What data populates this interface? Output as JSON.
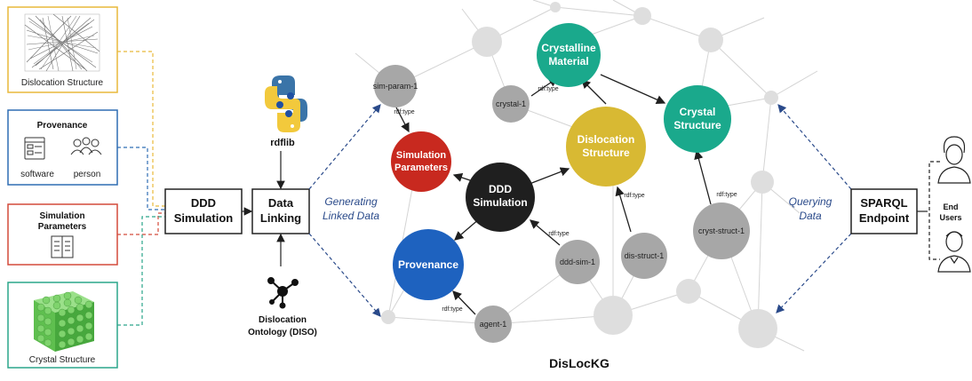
{
  "left_panels": {
    "dislocation_structure": {
      "label": "Dislocation Structure",
      "color": "#e8b93a"
    },
    "provenance": {
      "title": "Provenance",
      "software": "software",
      "person": "person",
      "color": "#2f6db3"
    },
    "simulation_parameters": {
      "title": "Simulation Parameters",
      "color": "#d44a3a"
    },
    "crystal_structure": {
      "label": "Crystal Structure",
      "color": "#2aa58a"
    }
  },
  "boxes": {
    "ddd_simulation": "DDD Simulation",
    "data_linking": "Data Linking",
    "sparql_endpoint": "SPARQL Endpoint"
  },
  "tools": {
    "rdflib": "rdflib",
    "diso": "Dislocation Ontology (DISO)"
  },
  "flow_labels": {
    "generating": "Generating Linked Data",
    "querying": "Querying Data",
    "end_users": "End Users"
  },
  "graph": {
    "title": "DisLocKG",
    "class_nodes": {
      "crystalline_material": "Crystalline Material",
      "crystal_structure": "Crystal Structure",
      "dislocation_structure": "Dislocation Structure",
      "simulation_parameters": "Simulation Parameters",
      "ddd_simulation": "DDD Simulation",
      "provenance": "Provenance"
    },
    "instance_nodes": {
      "sim_param_1": "sim-param-1",
      "crystal_1": "crystal-1",
      "ddd_sim_1": "ddd-sim-1",
      "dis_struct_1": "dis-struct-1",
      "cryst_struct_1": "cryst-struct-1",
      "agent_1": "agent-1"
    },
    "edge_label": "rdf:type"
  },
  "colors": {
    "crystalline_material": "#1aa98c",
    "crystal_structure": "#1aa98c",
    "dislocation_structure": "#d8b933",
    "simulation_parameters": "#c8291f",
    "ddd_simulation": "#1f1f1f",
    "provenance": "#1e62bf",
    "instance": "#a7a7a7",
    "background_node": "#dedede",
    "dashed_arrow": "#2a4a8a"
  }
}
